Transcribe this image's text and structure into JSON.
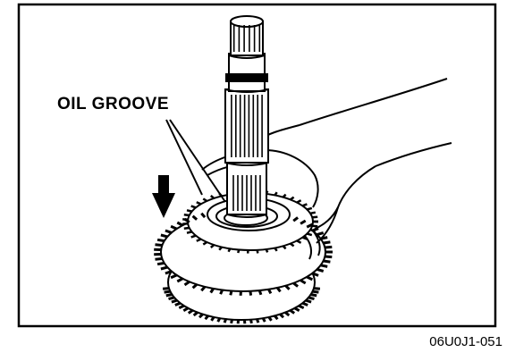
{
  "figure": {
    "callout_label": "OIL GROOVE",
    "figure_code": "06U0J1-051",
    "arrow_direction": "down",
    "ink_color": "#000000",
    "paper_color": "#ffffff"
  }
}
